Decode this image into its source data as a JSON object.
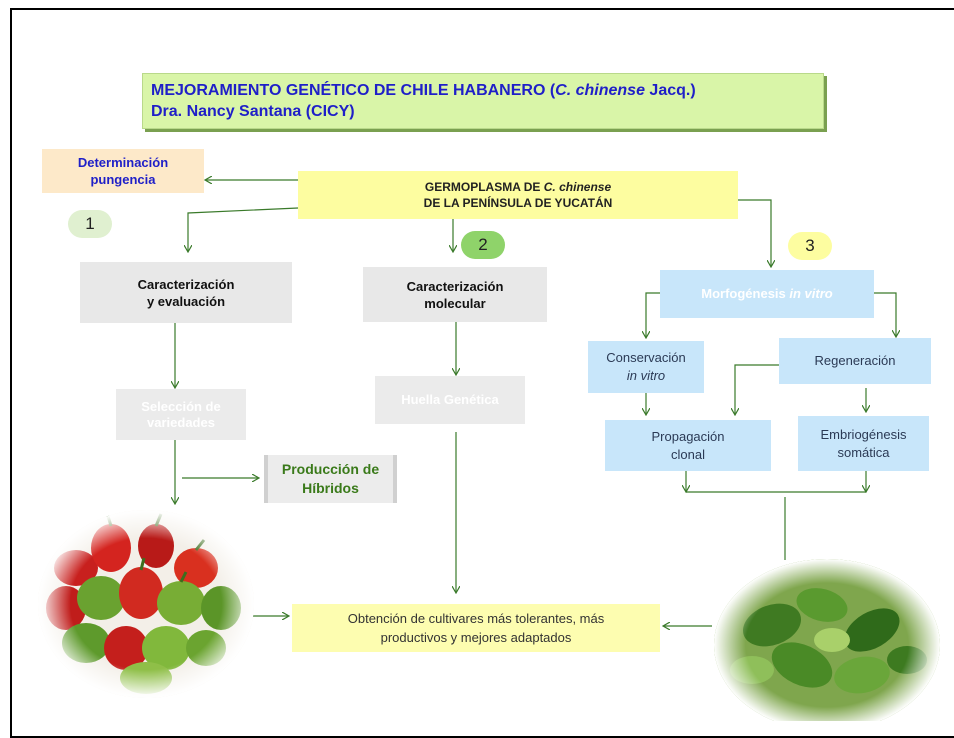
{
  "title": {
    "line1_pre": "MEJORAMIENTO GENÉTICO DE CHILE HABANERO (",
    "line1_italic": "C. chinense",
    "line1_post": " Jacq.)",
    "line2": "Dra. Nancy Santana (CICY)"
  },
  "boxes": {
    "pungencia": [
      "Determinación",
      "pungencia"
    ],
    "germoplasma_pre": "GERMOPLASMA DE ",
    "germoplasma_italic": "C. chinense",
    "germoplasma_line2": "DE  LA PENÍNSULA DE YUCATÁN",
    "caracterizacion": [
      "Caracterización",
      "y evaluación"
    ],
    "molecular": [
      "Caracterización",
      "molecular"
    ],
    "morfogenesis_pre": "Morfogénesis ",
    "morfogenesis_italic": "in vitro",
    "seleccion": [
      "Selección de",
      "variedades"
    ],
    "huella": "Huella Genética",
    "hibridos": [
      "Producción de",
      "Híbridos"
    ],
    "conservacion": "Conservación",
    "conservacion_italic": "in vitro",
    "regeneracion": "Regeneración",
    "propagacion": [
      "Propagación",
      "clonal"
    ],
    "embriogenesis": [
      "Embriogénesis",
      "somática"
    ],
    "resultado": [
      "Obtención de cultivares más tolerantes, más",
      "productivos y mejores adaptados"
    ]
  },
  "numbers": {
    "n1": "1",
    "n2": "2",
    "n3": "3"
  },
  "colors": {
    "arrow": "#3a7a2a",
    "title_text": "#1f1fc8",
    "num1_bg": "#e0f0d0",
    "num2_bg": "#8fd36a",
    "num3_bg": "#fdfda0"
  }
}
